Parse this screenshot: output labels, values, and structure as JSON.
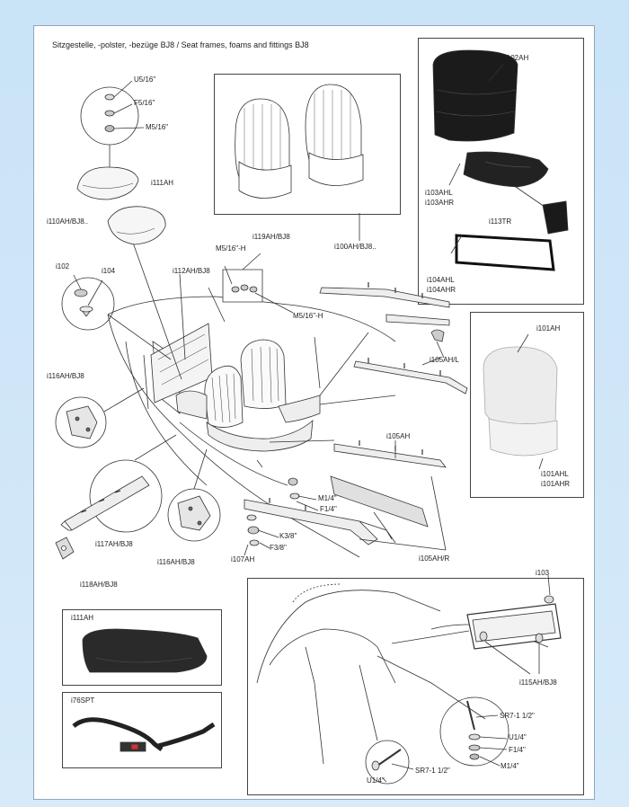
{
  "title": "Sitzgestelle, -polster, -bezüge BJ8  / Seat frames, foams and fittings BJ8",
  "labels": {
    "u5": "U5/16\"",
    "f5": "F5/16\"",
    "m5": "M5/16\"",
    "i110ah": "i110AH/BJ8..",
    "i111ah": "i111AH",
    "i102": "i102",
    "i104": "i104",
    "i112ah": "i112AH/BJ8",
    "m5h1": "M5/16\"-H",
    "i119ah": "i119AH/BJ8",
    "m5h2": "M5/16\"-H",
    "i100ah": "i100AH/BJ8..",
    "i102ah": "i102AH",
    "i103ahl": "i103AHL",
    "i103ahr": "i103AHR",
    "i113tr": "i113TR",
    "i104ahl": "i104AHL",
    "i104ahr": "i104AHR",
    "i101ah": "i101AH",
    "i101ahl": "i101AHL",
    "i101ahr": "i101AHR",
    "i105ahl": "i105AH/L",
    "i116ah1": "i116AH/BJ8",
    "i105ah": "i105AH",
    "m14a": "M1/4\"",
    "f14a": "F1/4\"",
    "k38": "K3/8\"",
    "f38": "F3/8\"",
    "i107ah": "i107AH",
    "i117ah": "i117AH/BJ8",
    "i116ah2": "i116AH/BJ8",
    "i118ah": "i118AH/BJ8",
    "i105ahr": "i105AH/R",
    "i103": "i103",
    "i111ah_box": "i111AH",
    "i76spt": "i76SPT",
    "i115ah": "i115AH/BJ8",
    "sr7a": "SR7-1 1/2\"",
    "u14a": "U1/4\"",
    "f14b": "F1/4\"",
    "m14b": "M1/4\"",
    "sr7b": "SR7-1 1/2\"",
    "u14b": "U1/4\""
  }
}
